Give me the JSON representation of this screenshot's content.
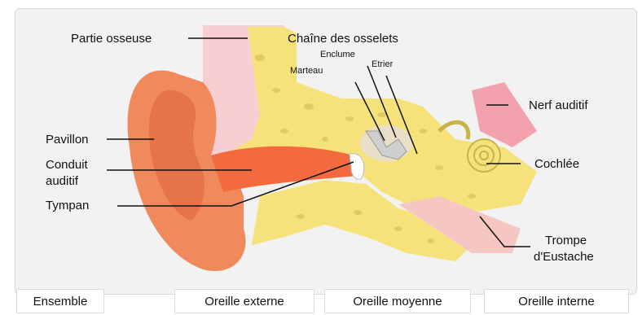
{
  "labels": {
    "partie_osseuse": "Partie osseuse",
    "chaine_osselets": "Chaîne des osselets",
    "enclume": "Enclume",
    "marteau": "Marteau",
    "etrier": "Etrier",
    "nerf_auditif": "Nerf auditif",
    "pavillon": "Pavillon",
    "conduit_auditif_1": "Conduit",
    "conduit_auditif_2": "auditif",
    "cochlee": "Cochlée",
    "tympan": "Tympan",
    "trompe_1": "Trompe",
    "trompe_2": "d'Eustache"
  },
  "tabs": [
    {
      "label": "Ensemble"
    },
    {
      "label": "Oreille externe"
    },
    {
      "label": "Oreille moyenne"
    },
    {
      "label": "Oreille interne"
    }
  ],
  "colors": {
    "skin": "#f08a5d",
    "skin_dark": "#d9592e",
    "bone": "#f6e27a",
    "bone_spots": "#d8c05a",
    "tissue": "#f7cfd3",
    "canal": "#f26a3d",
    "nerve": "#f3a1ad",
    "eustache": "#f5c6c2"
  }
}
